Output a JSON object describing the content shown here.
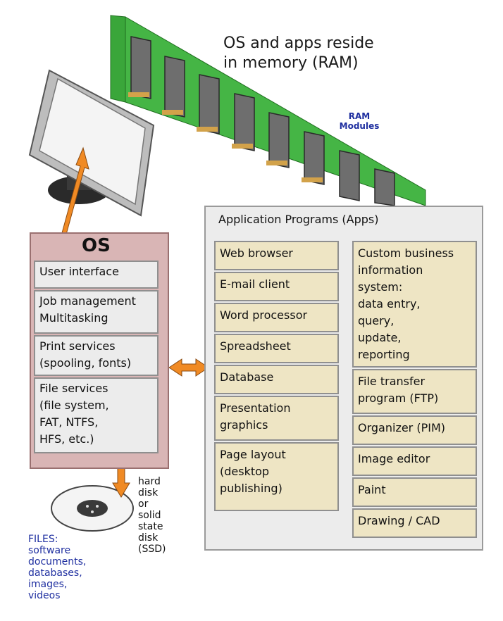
{
  "ram": {
    "caption_line1": "OS and apps reside",
    "caption_line2": "in memory (RAM)",
    "module_label_line1": "RAM",
    "module_label_line2": "Modules"
  },
  "apps": {
    "title": "Application Programs (Apps)",
    "left_column": [
      "Web browser",
      "E-mail client",
      "Word processor",
      "Spreadsheet",
      "Database",
      "Presentation\ngraphics",
      "Page layout\n(desktop\npublishing)"
    ],
    "right_column": [
      "Custom business\ninformation\nsystem:\ndata entry,\nquery,\nupdate,\nreporting",
      "File transfer\nprogram (FTP)",
      "Organizer (PIM)",
      "Image editor",
      "Paint",
      "Drawing / CAD"
    ]
  },
  "os": {
    "title": "OS",
    "items": [
      "User interface",
      "Job management\nMultitasking",
      "Print services\n(spooling, fonts)",
      "File services\n(file system,\nFAT, NTFS,\nHFS, etc.)"
    ]
  },
  "disk": {
    "label": "hard\ndisk\nor\nsolid\nstate\ndisk\n(SSD)"
  },
  "files": {
    "title": "FILES:",
    "items": "software\ndocuments,\ndatabases,\nimages,\nvideos"
  },
  "colors": {
    "ram_board": "#3aa63a",
    "ram_chip": "#6e6e6e",
    "arrow": "#f08a24",
    "os_panel": "#d9b5b5",
    "app_item": "#eee5c4",
    "label_blue": "#1f2fa0"
  }
}
